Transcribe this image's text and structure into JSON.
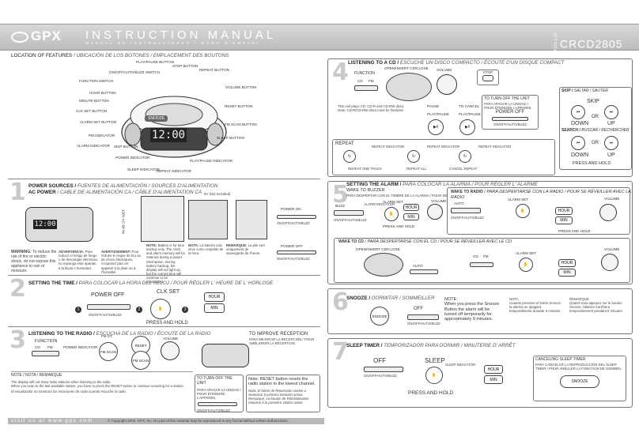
{
  "header": {
    "logo": "GPX",
    "title": "INSTRUCTION MANUAL",
    "subtitle": "MANUAL DE INSTRUCCIONES / MODE D'EMPLOI",
    "model_label": "MODELO",
    "model": "CRCD2805"
  },
  "features": {
    "title": "LOCATION OF FEATURES",
    "title_alt": "/ UBICACIÓN DE LOS BOTONES / EMPLACEMENT DES BOUTONS",
    "labels": {
      "play_pause": "PLAY/PAUSE BUTTON",
      "on_off": "ON/OFF/AUTO/BUZZ SWITCH",
      "stop": "STOP BUTTON",
      "repeat": "REPEAT BUTTON",
      "function": "FUNCTION SWITCH",
      "hour": "HOUR BUTTON",
      "minute": "MINUTE BUTTON",
      "clk_set": "CLK SET BUTTON",
      "alarm_set": "ALARM SET BUTTON",
      "pm": "PM INDICATOR",
      "alarm_ind": "ALARM INDICATOR",
      "skip": "SKIP BUTTON",
      "power_ind": "POWER INDICATOR",
      "sleep_ind": "SLEEP INDICATOR",
      "repeat_ind": "REPEAT INDICATOR",
      "play_pause_ind": "PLAY/PAUSE INDICATOR",
      "volume": "VOLUME BUTTON",
      "reset": "RESET BUTTON",
      "fm_scan": "FM SCAN BUTTON",
      "sleep": "SLEEP BUTTON",
      "snooze_label": "SNOOZE",
      "clock": "12:00"
    }
  },
  "s1": {
    "num": "1",
    "title": "POWER SOURCES /",
    "title_alt": "FUENTES DE ALIMENTACIÓN / SOURCES D'ALIMENTATION",
    "ac_power": "AC POWER",
    "ac_alt": "/ CABLE DE ALIMENTACIÓN CA / CÂBLE D'ALIMENTATION CA",
    "voltage": "120V AC 60 Hz",
    "power_on": "POWER ON",
    "power_off": "POWER OFF",
    "switch": "ON/OFF/AUTO/BUZZ",
    "battery_note": "9V (Not Included)",
    "warning_title": "WARNING:",
    "warning": "To reduce the risk of fire or electric shock, do not expose this appliance to rain or moisture.",
    "adv_title": "ADVERTENCIA:",
    "adv": "Para reducir el riesgo de fuego o de descargas eléctricas, no exponga este aparato a la lluvia o humedad.",
    "avert_title": "AVERTISSEMENT:",
    "avert": "Pour réduire le risque de feu ou de chocs électriques, n'exposez pas cet appareil à la pluie ou à l'humidité.",
    "note_title": "NOTE:",
    "note": "Battery is for time backup only. The clock and alarm memory will be retained during a power interruption. During battery backup, the display will not light up, but the current time will continue to be maintained.",
    "nota_title": "NOTA:",
    "nota": "La batería sólo sirve como respaldo de la hora.",
    "remarque_title": "REMARQUE:",
    "remarque": "La pile sert uniquement de sauvegarde de l'heure."
  },
  "s2": {
    "num": "2",
    "title": "SETTING THE TIME /",
    "title_alt": "PARA COLOCAR LA HORA DEL RELOJ / POUR RÉGLER L' HEURE DE L' HORLOGE",
    "power_off": "POWER OFF",
    "switch": "ON/OFF/AUTO/BUZZ",
    "clk_set": "CLK SET",
    "hour": "HOUR",
    "min": "MIN",
    "press_hold": "PRESS AND HOLD"
  },
  "s3": {
    "num": "3",
    "title": "LISTENING TO THE RADIO /",
    "title_alt": "ESCUCHA DE LA RADIO / ÉCOUTE DE LA RADIO",
    "function": "FUNCTION",
    "cd": "CD",
    "fm": "FM",
    "power_ind": "POWER INDICATOR",
    "fm_st": "FM ST",
    "reset": "RESET",
    "fm_scan": "FM SCAN",
    "volume": "VOLUME",
    "improve": "TO IMPROVE RECEPTION",
    "improve_alt": "PARA MEJORAR LA RECEPCIÓN / POUR AMÉLIORER LA RÉCEPTION",
    "note_title": "NOTE / NOTA / REMARQUE",
    "notes": [
      "The display will not show radio stations when listening to the radio.",
      "When you scan to the last available station, you have to press the RESET button to continue scanning for a station."
    ],
    "notes_es": "El visualizador no mostrará las estaciones de radio cuando escuche la radio.",
    "turn_off": "TO TURN OFF THE UNIT",
    "turn_off_alt": "PARA APAGAR LA UNIDAD / POUR ÉTEINDRE L'APPAREIL",
    "switch": "ON/OFF/AUTO/BUZZ",
    "reset_note": "Note: RESET button resets the radio station to the lowest channel.",
    "reset_nota": "Nota: El botón de Reposición vuelve a sintonizar la primera estación activa.",
    "reset_rem": "Remarque: Le bouton de Réinitialisation retourne à la première station active."
  },
  "s4": {
    "num": "4",
    "title": "LISTENING TO A CD /",
    "title_alt": "ESCUCHE UN DISCO COMPACTO / ÉCOUTE D'UN DISQUE COMPACT",
    "function": "FUNCTION",
    "cd": "CD",
    "fm": "FM",
    "open": "OPEN/INSERT CD/CLOSE",
    "volume": "VOLUME",
    "stop": "STOP",
    "play_pause": "PLAY/PAUSE",
    "pause": "PAUSE",
    "to_cancel": "TO CANCEL",
    "cd_note": "This unit plays CD, CD-R and CD-RW discs. Note: CD-R/CD-RW discs must be finalized.",
    "skip_title": "SKIP /",
    "skip_alt": "SALTAR / SAUTER",
    "skip": "SKIP",
    "down": "DOWN",
    "up": "UP",
    "or": "OR",
    "search_title": "SEARCH /",
    "search_alt": "BUSCAR / RECHERCHER",
    "press_hold": "PRESS AND HOLD",
    "turn_off": "TO TURN OFF THE UNIT",
    "turn_off_alt": "PARA APAGAR LA UNIDAD / POUR ÉTEINDRE L'APPAREIL",
    "power_off": "POWER OFF",
    "switch": "ON/OFF/AUTO/BUZZ",
    "repeat": "REPEAT",
    "repeat_ind": "REPEAT INDICATOR",
    "repeat_one": "REPEAT ONE TRACK",
    "repeat_all": "REPEAT ALL",
    "cancel_repeat": "CANCEL REPEAT"
  },
  "s5": {
    "num": "5",
    "title": "SETTING THE ALARM /",
    "title_alt": "PARA COLOCAR LA ALARMA / POUR RÉGLER L' ALARME",
    "wake_buzzer": "WAKE TO BUZZER",
    "wake_buzzer_alt": "PARA DESPERTAR CON EL TIMBRE DE LA ALARMA / POUR SE RÉVEILLER AVEC LA SONNERIE DU RÉVEIL",
    "buzz": "BUZZ",
    "switch": "ON/OFF/AUTO/BUZZ",
    "alarm_ind": "ALARM INDICATOR",
    "alarm_set": "ALARM SET",
    "hour": "HOUR",
    "min": "MIN",
    "volume": "VOLUME",
    "press_hold": "PRESS AND HOLD",
    "wake_radio": "WAKE TO RADIO",
    "wake_radio_alt": "/ PARA DESPERTARSE CON LA RADIO / POUR SE RÉVEILLER AVEC LA RADIO",
    "auto": "AUTO",
    "wake_cd": "WAKE TO CD",
    "wake_cd_alt": "/ PARA DESPERTARSE CON EL CD / POUR SE RÉVEILLER AVEC LE CD",
    "open": "OPEN/INSERT CD/CLOSE",
    "cd": "CD",
    "fm": "FM"
  },
  "s6": {
    "num": "6",
    "title": "SNOOZE /",
    "title_alt": "DORMITAR / SOMMEILLER",
    "snooze": "SNOOZE",
    "off": "OFF",
    "switch": "ON/OFF/AUTO/BUZZ",
    "note_title": "NOTE:",
    "note": "When you press the Snooze Button the alarm will be turned off temporarily for approximately 9 minutes.",
    "nota_title": "NOTA",
    "nota": "Cuando presione el botón Snooze la alarma se apagará temporalmente durante 9 minutos.",
    "rem_title": "REMARQUE",
    "rem": "Quand vous appuyez sur le bouton Snooze, l'alarme s'arrêtera temporairement pendant 9 minutes."
  },
  "s7": {
    "num": "7",
    "title": "SLEEP TIMER /",
    "title_alt": "TEMPORIZADOR PARA DORMIR / MINUTERIE D' ARRÊT",
    "off": "OFF",
    "switch": "ON/OFF/AUTO/BUZZ",
    "sleep": "SLEEP",
    "sleep_ind": "SLEEP INDICATOR",
    "hour": "HOUR",
    "min": "MIN",
    "press_hold": "PRESS AND HOLD",
    "cancel": "CANCELING SLEEP TIMER",
    "cancel_alt": "PARA CANCELAR LA REPRODUCCIÓN DEL SLEEP TIMER / POUR ANNULER LA FONCTION DE SOMMEIL",
    "snooze": "SNOOZE"
  },
  "footer": {
    "url": "visit us at www.gpx.com",
    "copyright": "© Copyright 2004. GPX, Inc. No part of this material may be reproduced in any format without written authorization."
  }
}
